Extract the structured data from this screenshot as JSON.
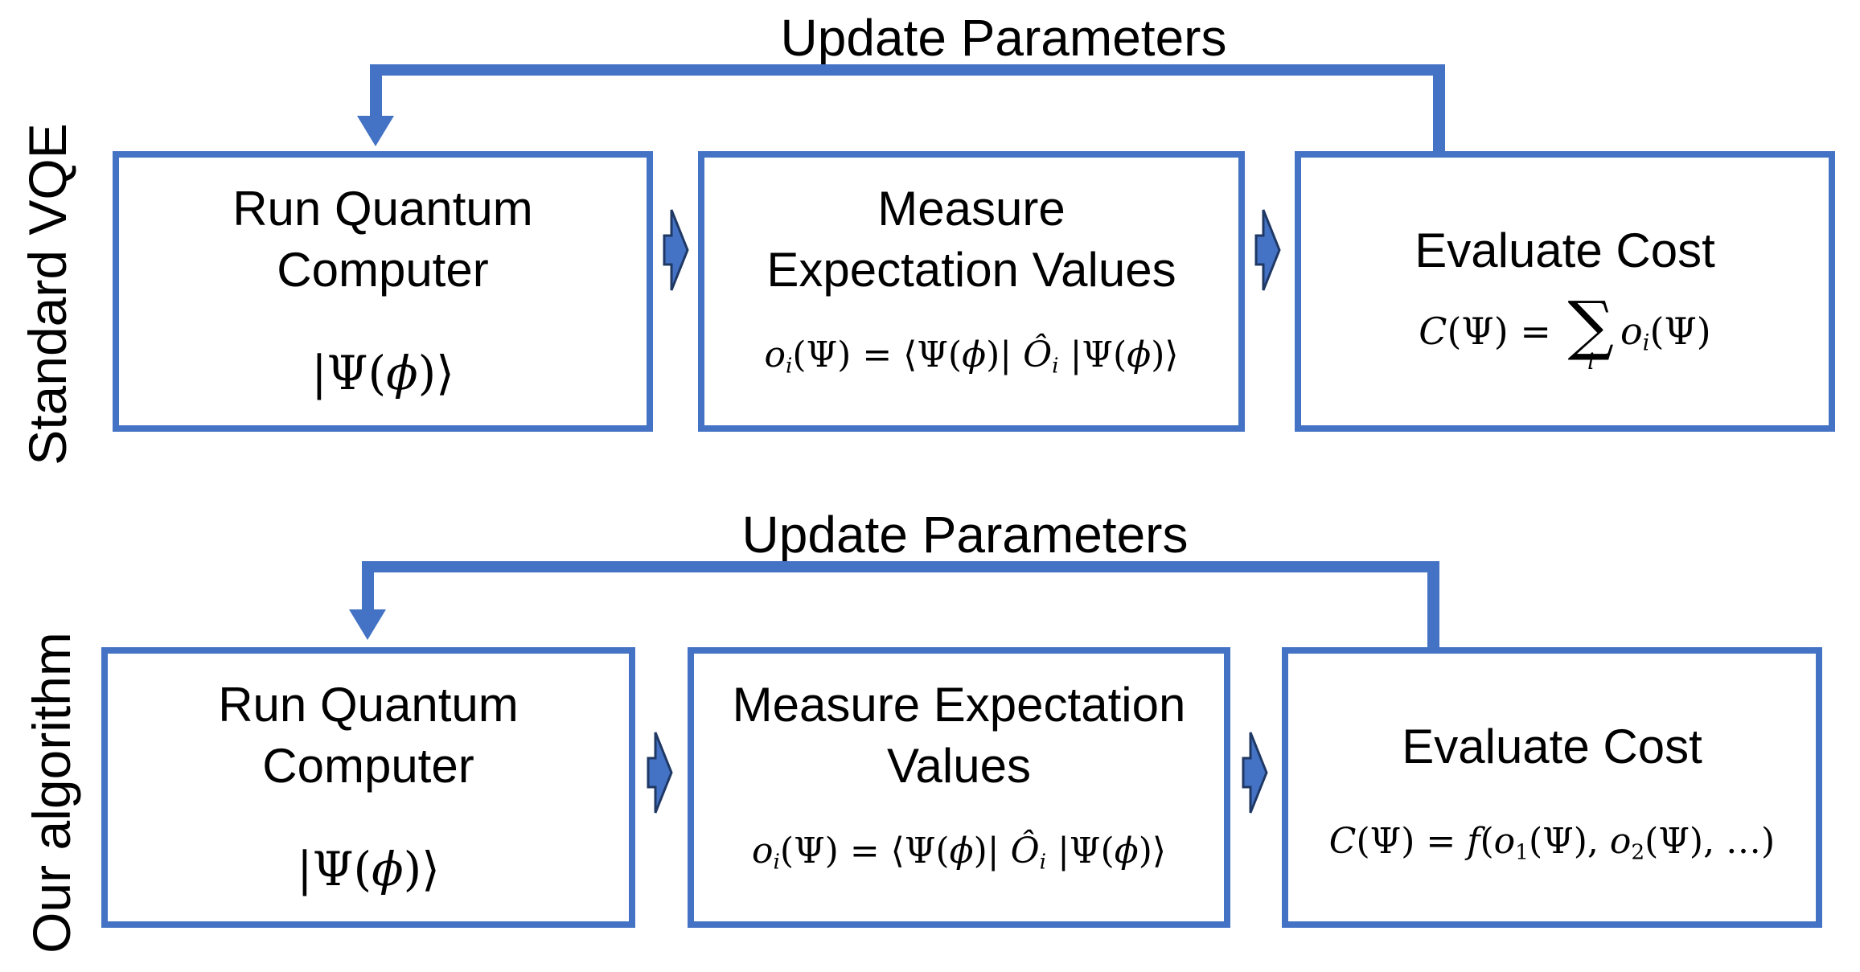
{
  "palette": {
    "accent": "#4472C4",
    "arrow_outline": "#1F3864",
    "text": "#000000",
    "background": "#FFFFFF"
  },
  "rows": [
    {
      "label": "Standard VQE",
      "loop_label": "Update Parameters",
      "boxes": [
        {
          "title_lines": [
            "Run Quantum",
            "Computer"
          ],
          "formula": "|Ψ(<i>ϕ</i>)⟩"
        },
        {
          "title_lines": [
            "Measure",
            "Expectation Values"
          ],
          "formula": "<i>o</i><span class='ss'><i>i</i></span>(Ψ) = ⟨Ψ(<i>ϕ</i>)| <i>Ô</i><span class='ss'><i>i</i></span> |Ψ(<i>ϕ</i>)⟩"
        },
        {
          "title_lines": [
            "Evaluate Cost"
          ],
          "formula": "<i>C</i>(Ψ) = <span class='sumstk'><span class='sig'>∑</span><span class='lim'><i>i</i></span></span><i>o</i><span class='ss'><i>i</i></span>(Ψ)"
        }
      ]
    },
    {
      "label": "Our algorithm",
      "loop_label": "Update Parameters",
      "boxes": [
        {
          "title_lines": [
            "Run Quantum",
            "Computer"
          ],
          "formula": "|Ψ(<i>ϕ</i>)⟩"
        },
        {
          "title_lines": [
            "Measure Expectation",
            "Values"
          ],
          "formula": "<i>o</i><span class='ss'><i>i</i></span>(Ψ) = ⟨Ψ(<i>ϕ</i>)| <i>Ô</i><span class='ss'><i>i</i></span> |Ψ(<i>ϕ</i>)⟩"
        },
        {
          "title_lines": [
            "Evaluate Cost"
          ],
          "formula": "<i>C</i>(Ψ) = <i>f</i>(<i>o</i><span class='ss'>1</span>(Ψ), <i>o</i><span class='ss'>2</span>(Ψ), …)"
        }
      ]
    }
  ]
}
